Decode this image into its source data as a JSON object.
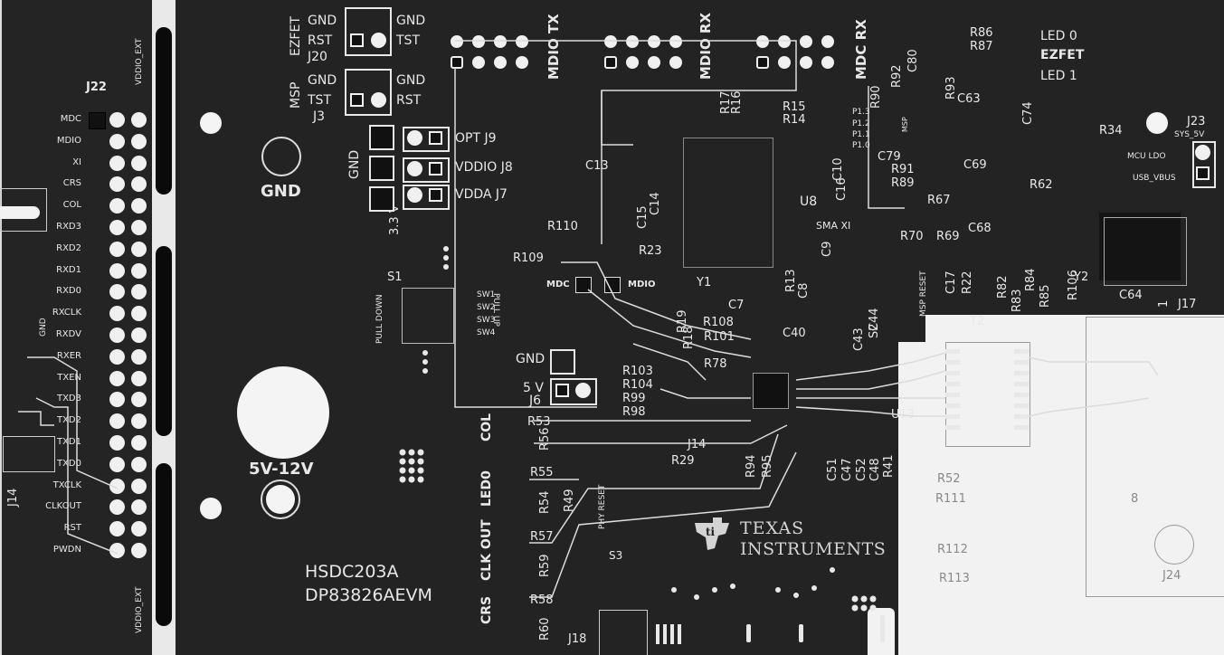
{
  "board": {
    "name_line1": "HSDC203A",
    "name_line2": "DP83826AEVM",
    "brand_line1": "TEXAS",
    "brand_line2": "INSTRUMENTS",
    "gnd_label": "GND",
    "power_label": "5V-12V"
  },
  "j22": {
    "ref": "J22",
    "vddio_top": "VDDIO_EXT",
    "vddio_bottom": "VDDIO_EXT",
    "gnd_side": "GND",
    "pins": [
      "MDC",
      "MDIO",
      "XI",
      "CRS",
      "COL",
      "RXD3",
      "RXD2",
      "RXD1",
      "RXD0",
      "RXCLK",
      "RXDV",
      "RXER",
      "TXEN",
      "TXD3",
      "TXD2",
      "TXD1",
      "TXD0",
      "TXCLK",
      "CLKOUT",
      "RST",
      "PWDN"
    ]
  },
  "j14": {
    "ref": "J14"
  },
  "headers": {
    "j20": {
      "ref": "J20",
      "side": "EZFET",
      "gnd_left": "GND",
      "gnd_right": "GND",
      "rst": "RST",
      "tst": "TST"
    },
    "j3": {
      "ref": "J3",
      "side": "MSP",
      "gnd_left": "GND",
      "gnd_right": "GND",
      "tst": "TST",
      "rst": "RST"
    },
    "j9": "OPT J9",
    "j8": "VDDIO J8",
    "j7": "VDDA J7",
    "gnd_vert": "GND",
    "v33": "3.3 V",
    "j6_gnd": "GND",
    "j6_5v": "5 V",
    "j6": "J6"
  },
  "s1": {
    "ref": "S1",
    "pull_down": "PULL DOWN",
    "pull_up": "PULL UP",
    "sw": [
      "SW1",
      "SW2",
      "SW3",
      "SW4"
    ]
  },
  "sma": {
    "mdio_tx": "MDIO TX",
    "mdio_rx": "MDIO RX",
    "mdc_rx": "MDC RX",
    "sma_xi": "SMA XI"
  },
  "leds": {
    "led0": "LED 0",
    "led1": "LED 1",
    "ezfet": "EZFET",
    "led0_side": "LED0",
    "clk_out": "CLK OUT",
    "crs": "CRS",
    "col": "COL"
  },
  "j23": {
    "ref": "J23",
    "sys5v": "SYS_5V",
    "usb_vbus": "USB_VBUS",
    "mcu_ldo": "MCU LDO"
  },
  "refs": {
    "r86": "R86",
    "r87": "R87",
    "r90": "R90",
    "r92": "R92",
    "c80": "C80",
    "r93": "R93",
    "c63": "C63",
    "c74": "C74",
    "r34": "R34",
    "c79": "C79",
    "r91": "R91",
    "r89": "R89",
    "c69": "C69",
    "r17": "R17",
    "r16": "R16",
    "r15": "R15",
    "r14": "R14",
    "c13": "C13",
    "c10": "C10",
    "c16": "C16",
    "u8": "U8",
    "r110": "R110",
    "r109": "R109",
    "r23": "R23",
    "y1": "Y1",
    "r13": "R13",
    "c8": "C8",
    "c7": "C7",
    "mdc": "MDC",
    "mdio": "MDIO",
    "r19": "R19",
    "r18": "R18",
    "r108": "R108",
    "r101": "R101",
    "r78": "R78",
    "r103": "R103",
    "r104": "R104",
    "r99": "R99",
    "r98": "R98",
    "c44": "C44",
    "msp_reset": "MSP RESET",
    "c17": "C17",
    "r22": "R22",
    "r82": "R82",
    "r83": "R83",
    "r84": "R84",
    "r85": "R85",
    "r106": "R106",
    "y2": "Y2",
    "c64": "C64",
    "j17": "J17",
    "t2": "T2",
    "u13": "U13",
    "j14b": "J14",
    "r53": "R53",
    "r56": "R56",
    "r29": "R29",
    "r55": "R55",
    "r54": "R54",
    "r49": "R49",
    "r57": "R57",
    "r59": "R59",
    "r58": "R58",
    "r60": "R60",
    "phy_reset": "PHY RESET",
    "s3": "S3",
    "c51": "C51",
    "c47": "C47",
    "c52": "C52",
    "c48": "C48",
    "r41": "R41",
    "r52": "R52",
    "r111": "R111",
    "r112": "R112",
    "r113": "R113",
    "j24": "J24",
    "j18": "J18",
    "c68": "C68",
    "r69": "R69",
    "r70": "R70",
    "c40": "C40",
    "p13": "P1.3",
    "p12": "P1.2",
    "p11": "P1.1",
    "p10": "P1.0",
    "msp": "MSP",
    "one": "1",
    "eight": "8",
    "r94": "R94",
    "r95": "R95",
    "c14": "C14",
    "c15": "C15",
    "c9": "C9",
    "r52b": "R52",
    "c43": "C43",
    "s2": "S2",
    "r84b": "R84",
    "r62": "R62",
    "r67": "R67"
  },
  "colors": {
    "board": "#232323",
    "silk": "#e8e8e8",
    "copper_outline": "#dcdcdc",
    "cutout": "#f2f2f2"
  }
}
